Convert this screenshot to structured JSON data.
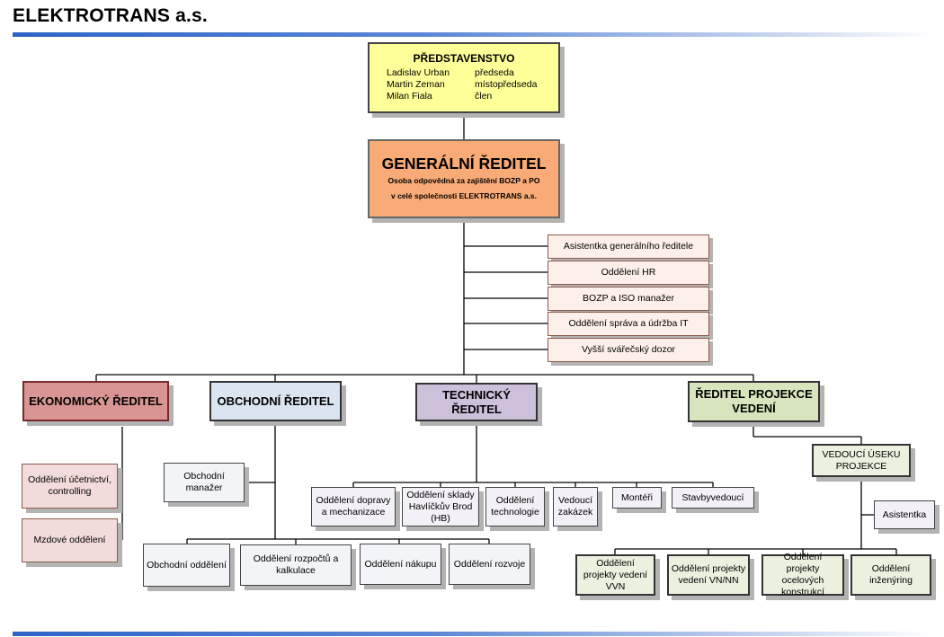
{
  "company": "ELEKTROTRANS a.s.",
  "board": {
    "title": "PŘEDSTAVENSTVO",
    "members": [
      {
        "name": "Ladislav Urban",
        "role": "předseda"
      },
      {
        "name": "Martin Zeman",
        "role": "místopředseda"
      },
      {
        "name": "Milan Fiala",
        "role": "člen"
      }
    ]
  },
  "ceo": {
    "title": "GENERÁLNÍ ŘEDITEL",
    "sub1": "Osoba odpovědná za zajištění BOZP a PO",
    "sub2": "v celé společnosti ELEKTROTRANS a.s."
  },
  "staff": [
    "Asistentka generálního ředitele",
    "Oddělení HR",
    "BOZP a ISO manažer",
    "Oddělení správa a údržba IT",
    "Vyšší svářečský dozor"
  ],
  "economic": {
    "title": "EKONOMICKÝ ŘEDITEL",
    "units": [
      "Oddělení účetnictví, controlling",
      "Mzdové oddělení"
    ]
  },
  "commercial": {
    "title": "OBCHODNÍ ŘEDITEL",
    "manager": "Obchodní manažer",
    "units": [
      "Obchodní oddělení",
      "Oddělení rozpočtů a kalkulace",
      "Oddělení nákupu",
      "Oddělení rozvoje"
    ]
  },
  "technical": {
    "title": "TECHNICKÝ ŘEDITEL",
    "units": [
      "Oddělení dopravy a mechanizace",
      "Oddělení sklady Havlíčkův Brod (HB)",
      "Oddělení technologie",
      "Vedoucí zakázek",
      "Montéři",
      "Stavbyvedoucí"
    ]
  },
  "design": {
    "title": "ŘEDITEL PROJEKCE VEDENÍ",
    "head": "VEDOUCÍ ÚSEKU PROJEKCE",
    "assistant": "Asistentka",
    "units": [
      "Oddělení projekty vedení VVN",
      "Oddělení projekty vedení VN/NN",
      "Oddělení projekty ocelových konstrukcí",
      "Oddělení inženýring"
    ]
  }
}
